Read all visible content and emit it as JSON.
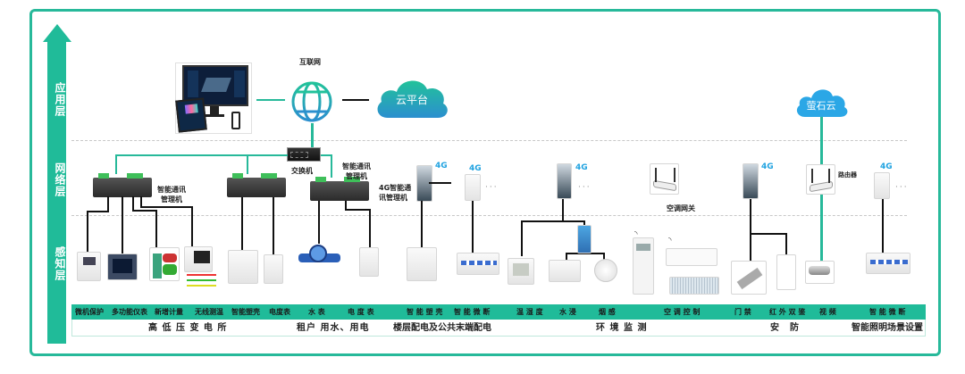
{
  "layers": {
    "application": "应用层",
    "network": "网络层",
    "perception": "感知层"
  },
  "top": {
    "internet_label": "互联网",
    "cloud_platform": "云平台",
    "ezviz_cloud": "萤石云"
  },
  "network": {
    "switch_label": "交换机",
    "gateway_1_label": "智能通讯\n管理机",
    "gateway_3_label": "智能通讯\n管理机",
    "gateway_4g_label": "4G智能通\n讯管理机",
    "badge_4g": "4G",
    "ellipsis": "···",
    "ac_gateway_label": "空调网关",
    "router_label": "路由器"
  },
  "categories": [
    "微机保护",
    "多功能仪表",
    "新增计量",
    "无线测温",
    "智能塑壳",
    "电度表",
    "水 表",
    "电 度 表",
    "智 能 塑 壳",
    "智 能 微 断",
    "温 湿 度",
    "水 浸",
    "烟 感",
    "空 调 控 制",
    "门 禁",
    "红 外 双 鉴",
    "视 频",
    "智 能 微 断"
  ],
  "groups": [
    "高 低 压 变 电 所",
    "租户 用水、用电",
    "楼层配电及公共末端配电",
    "环 境 监 测",
    "安　防",
    "智能照明场景设置"
  ],
  "colors": {
    "accent": "#20bb99",
    "cloud_gradient_top": "#22c29a",
    "cloud_gradient_bottom": "#2b8fcf",
    "ezviz_blue": "#2ba7e6",
    "badge_4g": "#1fa2e0"
  }
}
